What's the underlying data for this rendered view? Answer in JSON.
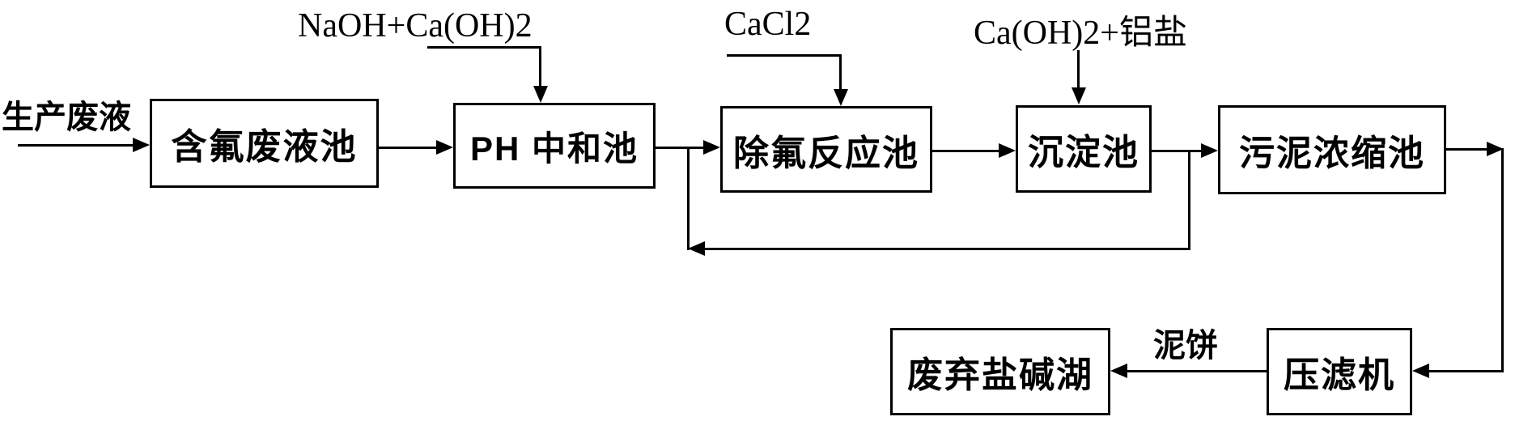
{
  "flow": {
    "feed_label": "生产废液",
    "nodes": [
      {
        "id": "fluoride-waste-tank",
        "label": "含氟废液池"
      },
      {
        "id": "ph-neutralization-tank",
        "label": "PH 中和池"
      },
      {
        "id": "defluoridation-reactor",
        "label": "除氟反应池"
      },
      {
        "id": "sedimentation-tank",
        "label": "沉淀池"
      },
      {
        "id": "sludge-thickening-tank",
        "label": "污泥浓缩池"
      },
      {
        "id": "abandoned-salt-lake",
        "label": "废弃盐碱湖"
      },
      {
        "id": "filter-press",
        "label": "压滤机"
      }
    ],
    "reagents": [
      {
        "id": "naoh-caoh2",
        "label": "NaOH+Ca(OH)2"
      },
      {
        "id": "cacl2",
        "label": "CaCl2"
      },
      {
        "id": "caoh2-al-salt",
        "label": "Ca(OH)2+铝盐"
      }
    ],
    "streams": [
      {
        "id": "mud-cake",
        "label": "泥饼"
      }
    ],
    "colors": {
      "line": "#000000",
      "background": "#ffffff"
    }
  }
}
